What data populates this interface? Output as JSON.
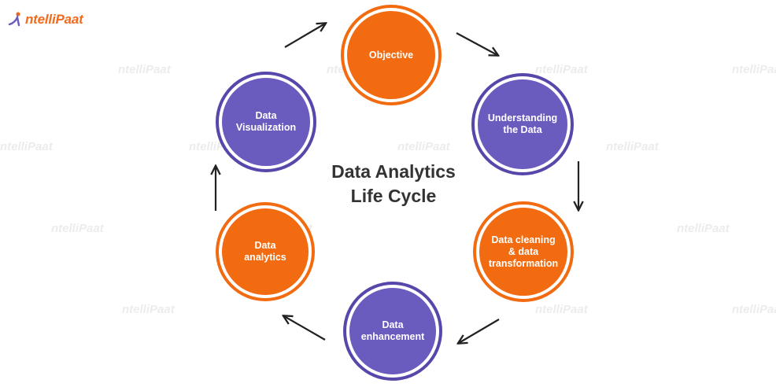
{
  "logo": {
    "text": "ntelliPaat"
  },
  "watermark": "ntelliPaat",
  "title": "Data Analytics\nLife Cycle",
  "colors": {
    "orange": "#f26b10",
    "purple": "#6a5bbf",
    "title": "#333333",
    "arrow": "#222222"
  },
  "steps": [
    {
      "label": "Objective",
      "color": "orange"
    },
    {
      "label": "Understanding\nthe Data",
      "color": "purple"
    },
    {
      "label": "Data cleaning\n& data\ntransformation",
      "color": "orange"
    },
    {
      "label": "Data\nenhancement",
      "color": "purple"
    },
    {
      "label": "Data\nanalytics",
      "color": "orange"
    },
    {
      "label": "Data\nVisualization",
      "color": "purple"
    }
  ]
}
